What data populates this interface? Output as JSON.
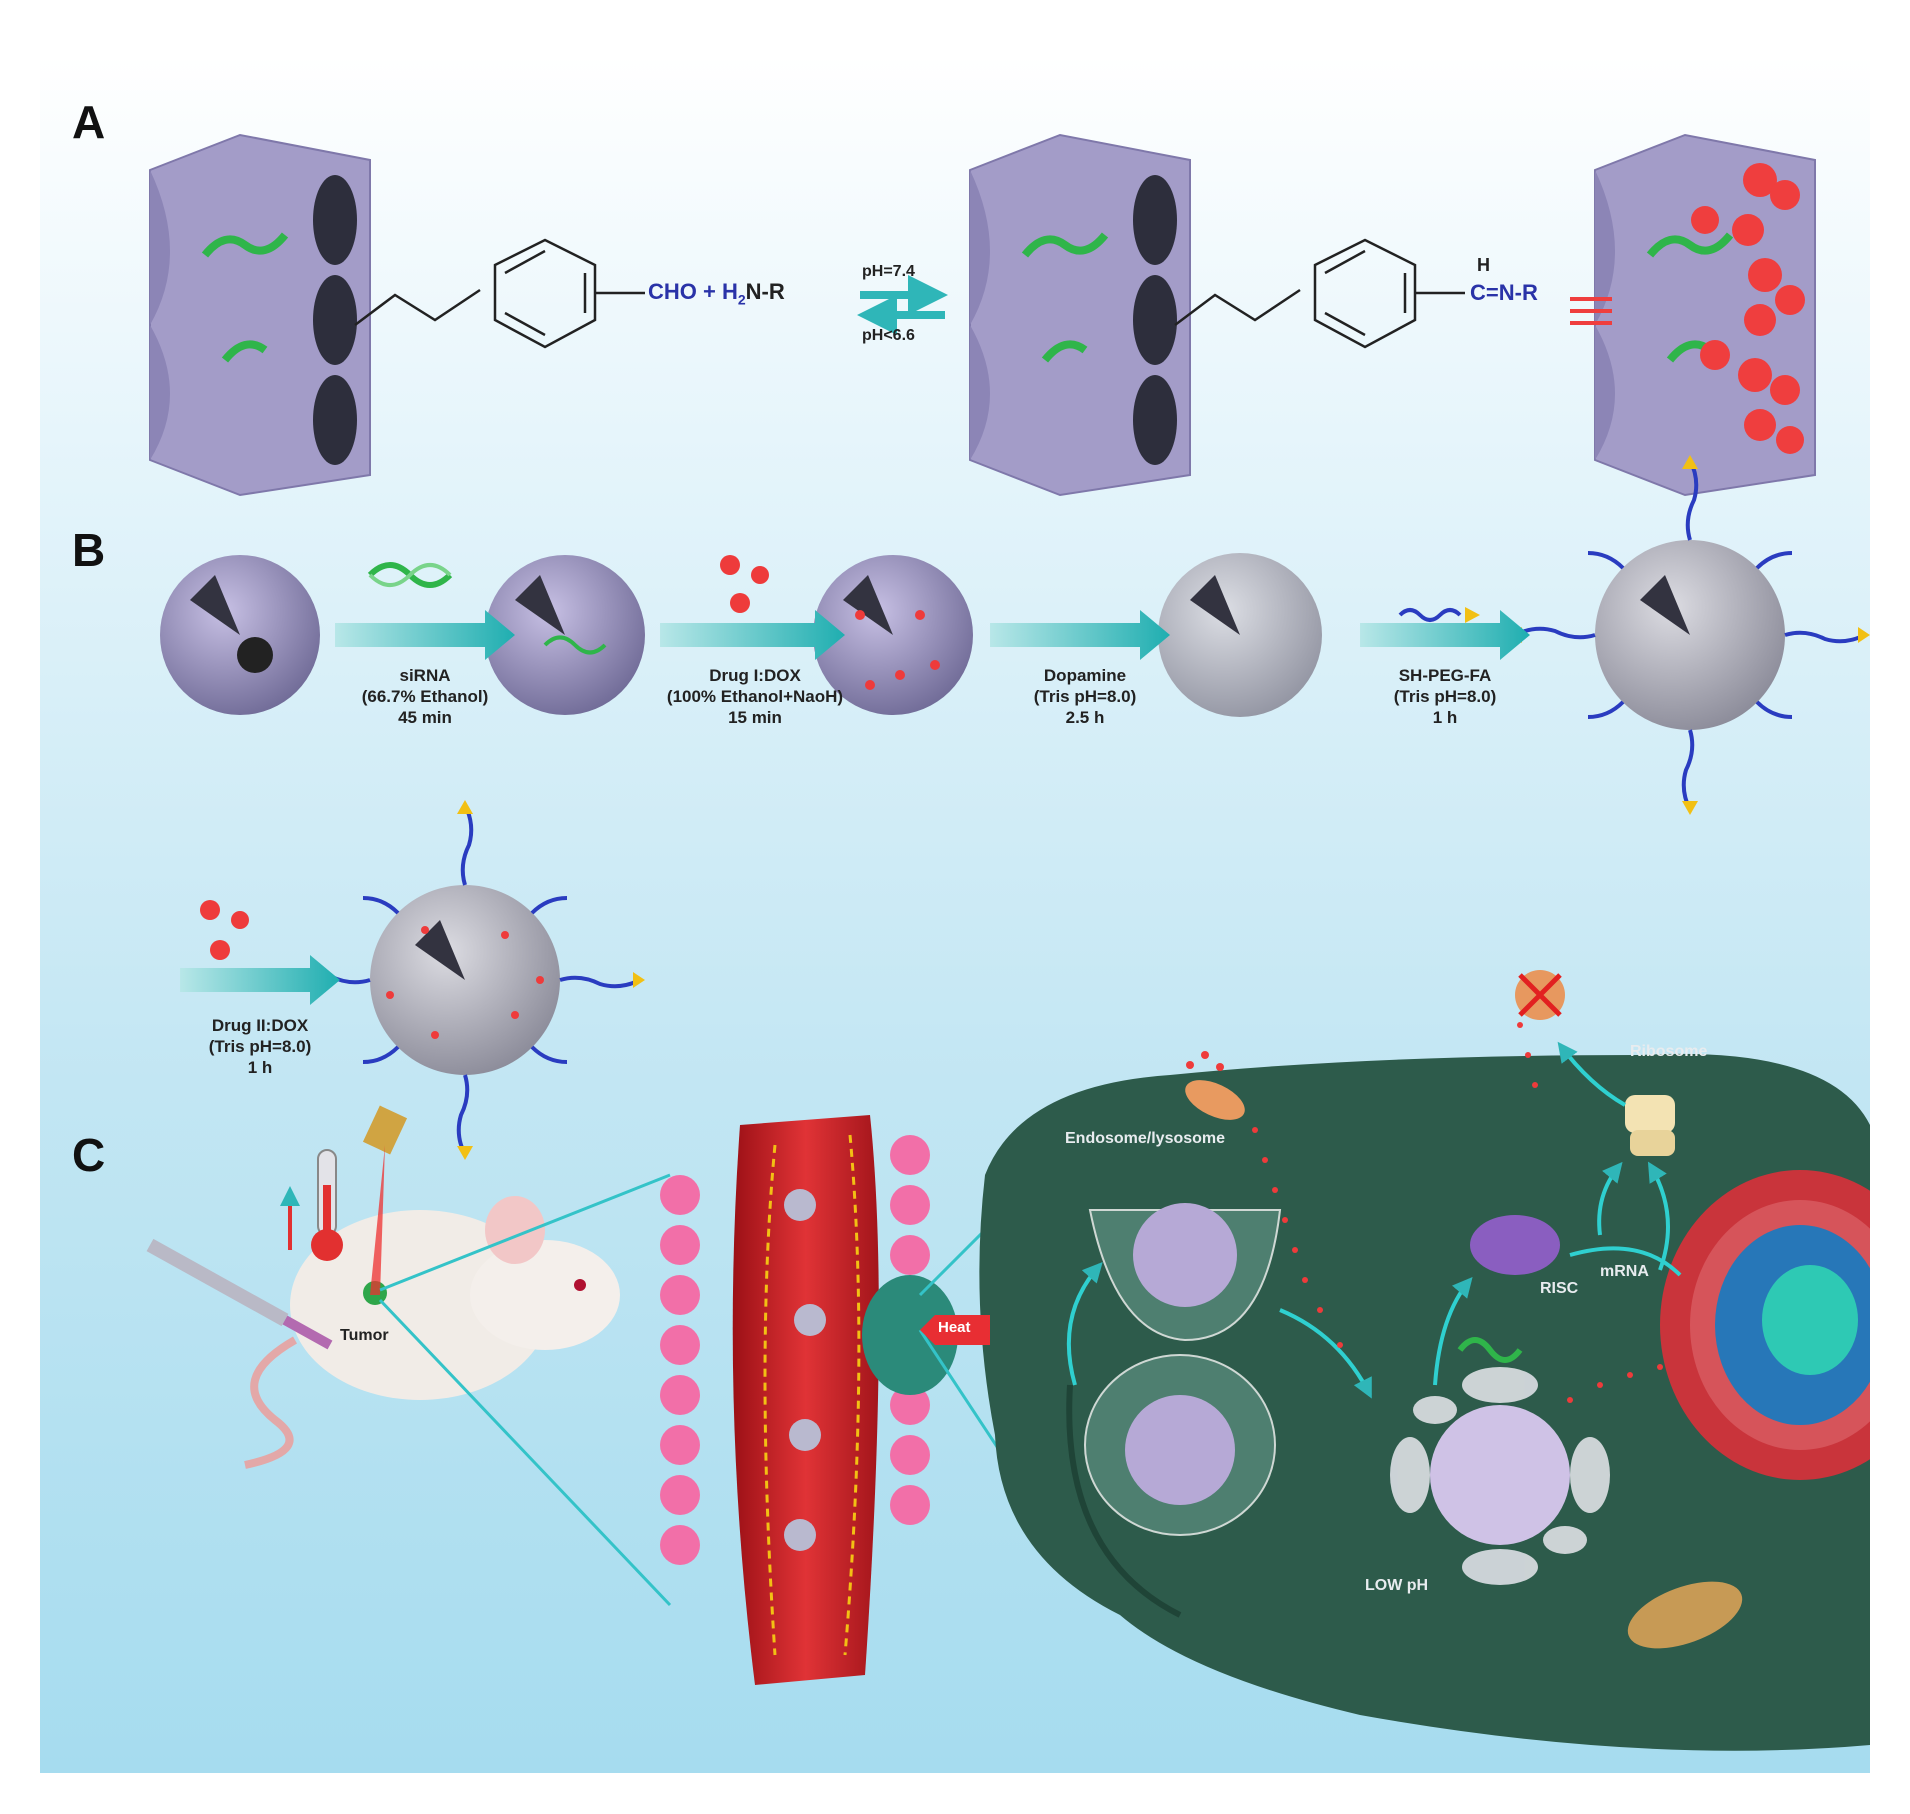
{
  "panels": {
    "a": "A",
    "b": "B",
    "c": "C"
  },
  "panelA": {
    "aldehyde": "CHO + H",
    "sub2": "2",
    "amine": "N-R",
    "ph_forward": "pH=7.4",
    "ph_reverse": "pH<6.6",
    "imine_h": "H",
    "imine": "C=N-R"
  },
  "panelB": {
    "step1": {
      "line1": "siRNA",
      "line2": "(66.7% Ethanol)",
      "line3": "45 min"
    },
    "step2": {
      "line1": "Drug I:DOX",
      "line2": "(100% Ethanol+NaoH)",
      "line3": "15 min"
    },
    "step3": {
      "line1": "Dopamine",
      "line2": "(Tris pH=8.0)",
      "line3": "2.5 h"
    },
    "step4": {
      "line1": "SH-PEG-FA",
      "line2": "(Tris  pH=8.0)",
      "line3": "1 h"
    },
    "step5": {
      "line1": "Drug II:DOX",
      "line2": "(Tris pH=8.0)",
      "line3": "1 h"
    }
  },
  "panelC": {
    "tumor": "Tumor",
    "heat": "Heat",
    "endosome": "Endosome/lysosome",
    "risc": "RISC",
    "mrna": "mRNA",
    "ribosome": "Ribosome",
    "low_ph": "LOW pH"
  },
  "colors": {
    "lavender": "#a39cc8",
    "arrow": "#2fb6b8",
    "dox": "#ee3b3b",
    "cell": "#2d5b4b",
    "vessel": "#c9242b",
    "text_blue": "#2a33a8"
  }
}
